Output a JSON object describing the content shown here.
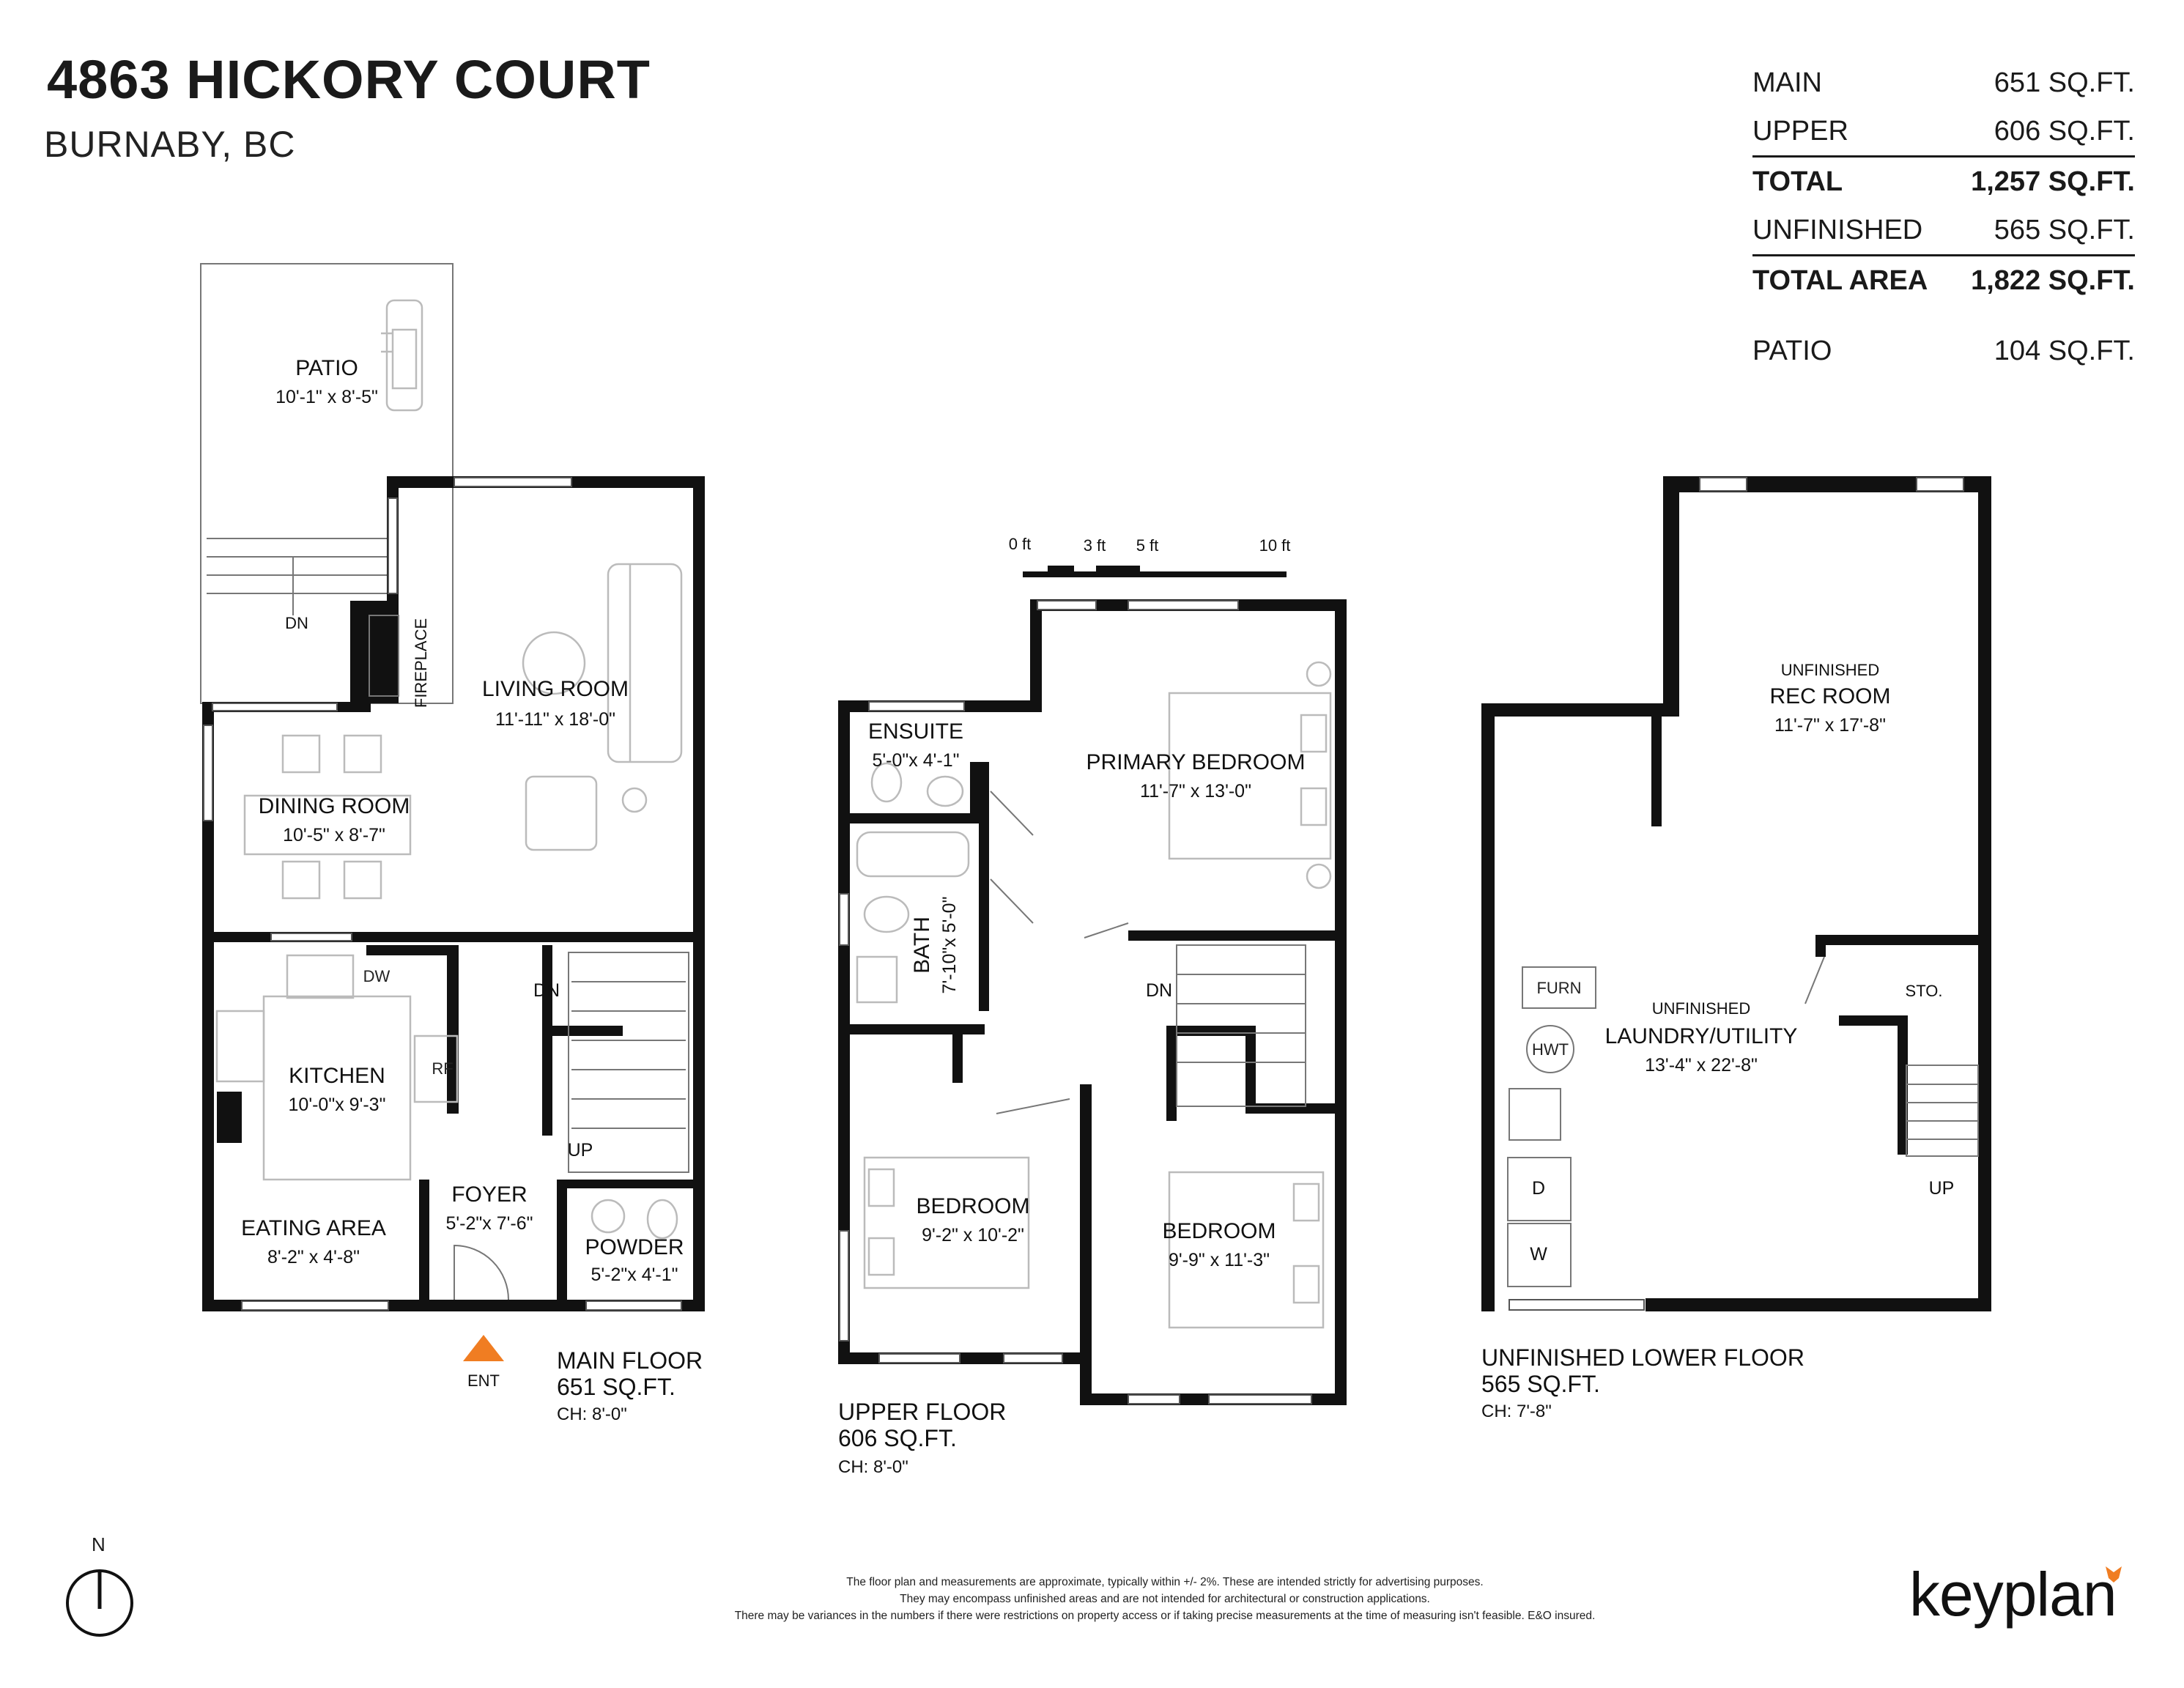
{
  "header": {
    "address": "4863 HICKORY COURT",
    "city": "BURNABY, BC"
  },
  "areas": [
    {
      "label": "MAIN",
      "value": "651 SQ.FT."
    },
    {
      "label": "UPPER",
      "value": "606 SQ.FT."
    },
    {
      "label": "TOTAL",
      "value": "1,257 SQ.FT."
    },
    {
      "label": "UNFINISHED",
      "value": "565 SQ.FT."
    },
    {
      "label": "TOTAL AREA",
      "value": "1,822 SQ.FT."
    },
    {
      "label": "PATIO",
      "value": "104 SQ.FT."
    }
  ],
  "main_floor": {
    "title": "MAIN FLOOR",
    "area": "651 SQ.FT.",
    "ceiling": "CH: 8'-0\"",
    "entry_label": "ENT",
    "rooms": {
      "patio": {
        "name": "PATIO",
        "dims": "10'-1\"  x  8'-5\""
      },
      "living": {
        "name": "LIVING ROOM",
        "dims": "11'-11\"  x  18'-0\""
      },
      "dining": {
        "name": "DINING ROOM",
        "dims": "10'-5\"  x  8'-7\""
      },
      "kitchen": {
        "name": "KITCHEN",
        "dims": "10'-0\"x 9'-3\""
      },
      "eating": {
        "name": "EATING AREA",
        "dims": "8'-2\"  x  4'-8\""
      },
      "foyer": {
        "name": "FOYER",
        "dims": "5'-2\"x 7'-6\""
      },
      "powder": {
        "name": "POWDER",
        "dims": "5'-2\"x 4'-1\""
      }
    },
    "labels": {
      "fireplace": "FIREPLACE",
      "dn_patio": "DN",
      "dn_stair": "DN",
      "up_stair": "UP",
      "dw": "DW",
      "rf": "RF"
    }
  },
  "upper_floor": {
    "title": "UPPER FLOOR",
    "area": "606 SQ.FT.",
    "ceiling": "CH: 8'-0\"",
    "rooms": {
      "ensuite": {
        "name": "ENSUITE",
        "dims": "5'-0\"x 4'-1\""
      },
      "primary": {
        "name": "PRIMARY BEDROOM",
        "dims": "11'-7\"  x  13'-0\""
      },
      "bath": {
        "name": "BATH",
        "dims": "7'-10\"x 5'-0\""
      },
      "bedroom1": {
        "name": "BEDROOM",
        "dims": "9'-2\"  x  10'-2\""
      },
      "bedroom2": {
        "name": "BEDROOM",
        "dims": "9'-9\"  x  11'-3\""
      }
    },
    "labels": {
      "dn_stair": "DN"
    },
    "scale": {
      "t0": "0 ft",
      "t3": "3 ft",
      "t5": "5 ft",
      "t10": "10 ft"
    }
  },
  "lower_floor": {
    "title": "UNFINISHED LOWER FLOOR",
    "area": "565 SQ.FT.",
    "ceiling": "CH: 7'-8\"",
    "rooms": {
      "rec": {
        "note": "UNFINISHED",
        "name": "REC ROOM",
        "dims": "11'-7\"  x  17'-8\""
      },
      "laundry": {
        "note": "UNFINISHED",
        "name": "LAUNDRY/UTILITY",
        "dims": "13'-4\"  x  22'-8\""
      },
      "storage": {
        "name": "STO."
      }
    },
    "labels": {
      "furn": "FURN",
      "hwt": "HWT",
      "dryer": "D",
      "washer": "W",
      "up_stair": "UP"
    }
  },
  "compass": {
    "north": "N"
  },
  "disclaimer": [
    "The floor plan and measurements are approximate, typically within +/- 2%. These are intended strictly for advertising purposes.",
    "They may encompass unfinished areas and are not intended for architectural or construction applications.",
    "There may be variances in the numbers if there were restrictions on property access or if taking precise measurements at the time of measuring isn't feasible. E&O insured."
  ],
  "brand": {
    "name": "keyplan",
    "accent": "#f07d22"
  }
}
